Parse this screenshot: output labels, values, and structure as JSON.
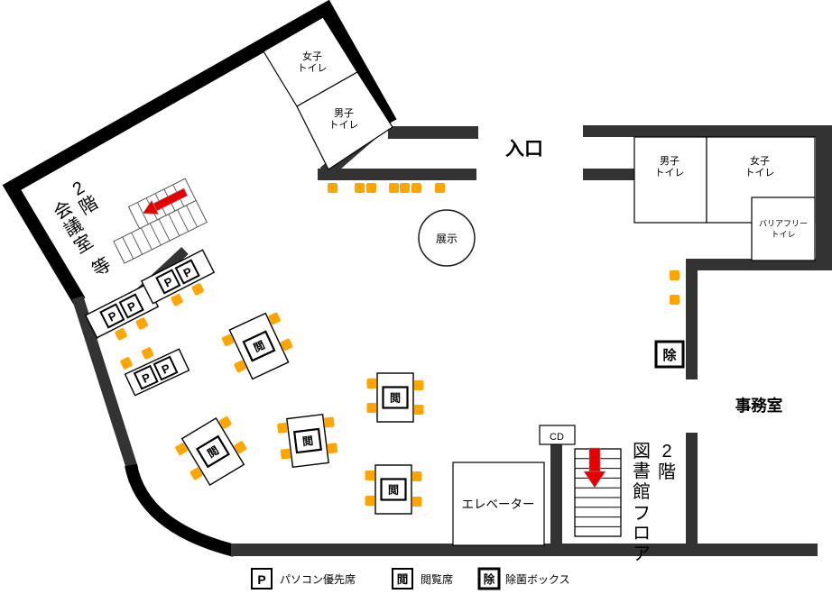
{
  "map": {
    "entrance_label": "入口",
    "office_label": "事務室",
    "exhibit_label": "展示",
    "elevator_label": "エレベーター",
    "cd_label": "CD",
    "upper_stairs": {
      "right_col": "2階",
      "left_col": "会議室等"
    },
    "lower_stairs": {
      "right_col": "2階",
      "left_col": "図書館フロア"
    },
    "toilets": {
      "male": [
        "男子",
        "トイレ"
      ],
      "female": [
        "女子",
        "トイレ"
      ],
      "barrier_free": [
        "バリアフリー",
        "トイレ"
      ]
    },
    "symbols": {
      "pc": "P",
      "reading": "閲",
      "sanitizer": "除"
    }
  },
  "legend": {
    "pc": {
      "symbol": "P",
      "label": "パソコン優先席"
    },
    "reading": {
      "symbol": "閲",
      "label": "閲覧席"
    },
    "sanitizer": {
      "symbol": "除",
      "label": "除菌ボックス"
    }
  },
  "colors": {
    "inner_wall": "#333333",
    "outer_wall": "#000000",
    "chair": "#FFA500",
    "arrow": "#E60000"
  }
}
